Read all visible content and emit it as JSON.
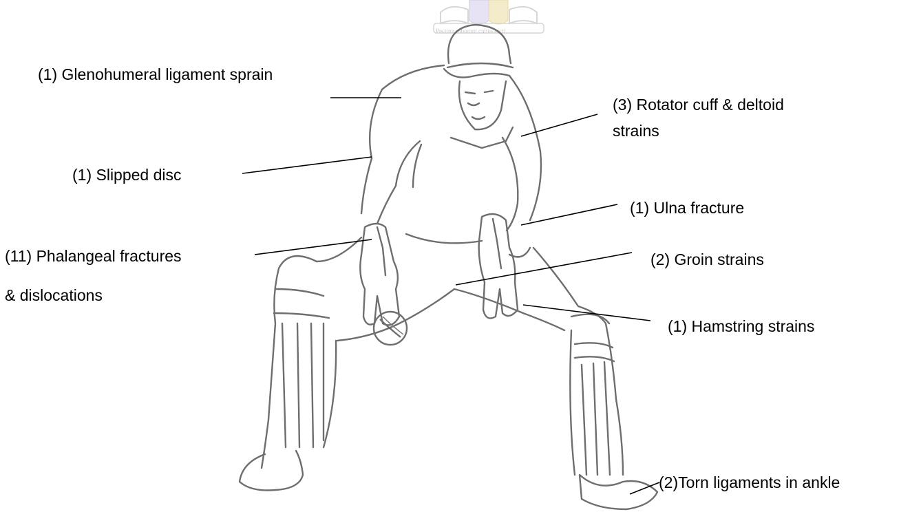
{
  "crest": {
    "motto": "Pectora roborant cultus recti"
  },
  "labels": {
    "glenohumeral": "(1) Glenohumeral ligament sprain",
    "rotator_line1": "(3)  Rotator cuff & deltoid",
    "rotator_line2": "strains",
    "slipped_disc": "(1) Slipped disc",
    "ulna": "(1) Ulna fracture",
    "phalangeal_line1": "(11) Phalangeal fractures",
    "phalangeal_line2": "& dislocations",
    "groin": "(2) Groin strains",
    "hamstring": "(1) Hamstring strains",
    "ankle": "(2)Torn ligaments in ankle"
  },
  "colors": {
    "sketch": "#6e6e6e",
    "leader": "#000000",
    "crest_gold": "#e8d9a8",
    "crest_blue": "#c7cbe6"
  }
}
